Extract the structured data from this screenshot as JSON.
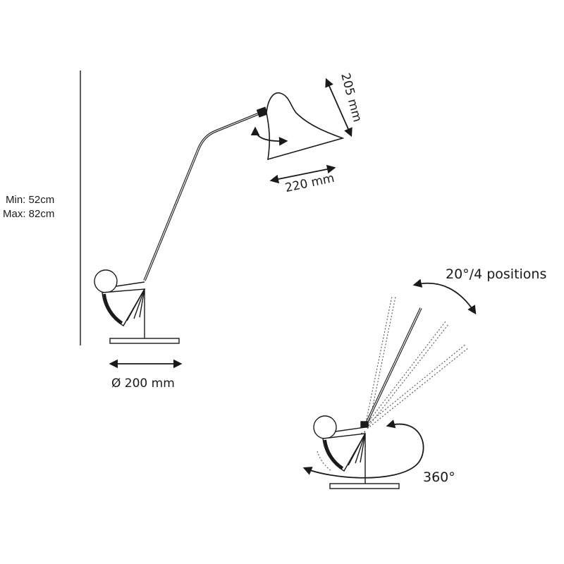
{
  "colors": {
    "line": "#1a1a1a",
    "background": "#ffffff"
  },
  "height_range": {
    "min": "Min: 52cm",
    "max": "Max: 82cm"
  },
  "shade": {
    "height": "205 mm",
    "width": "220 mm"
  },
  "base": {
    "diameter": "Ø 200 mm"
  },
  "tilt": {
    "label": "20°/4 positions"
  },
  "rotation": {
    "label": "360°"
  }
}
